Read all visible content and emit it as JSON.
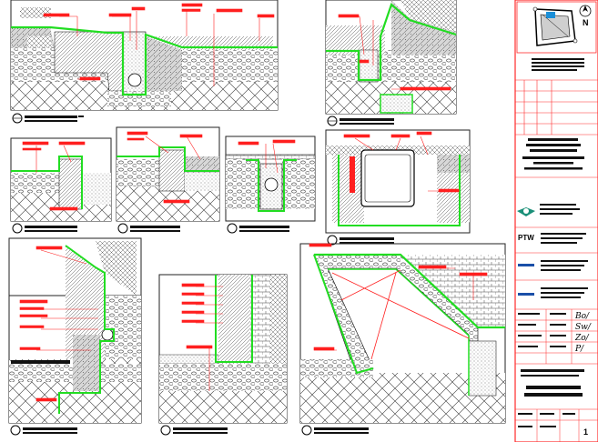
{
  "colors": {
    "membrane": "#22dd22",
    "leader": "#ff1f1f",
    "linework": "#000000",
    "frame": "#222222",
    "titleblock_red": "#ff2a2a",
    "logo_teal": "#1a8f78"
  },
  "icons": {
    "north_arrow": "compass-north-icon",
    "key_plan": "key-plan-icon",
    "company_logo": "company-logo-icon",
    "detail_marker": "detail-marker-icon"
  },
  "title_block": {
    "north_label": "N",
    "brand_label": "PTW",
    "project_number": "1",
    "signatures": [
      "Bo/",
      "Sw/",
      "Zo/",
      "P/"
    ]
  }
}
